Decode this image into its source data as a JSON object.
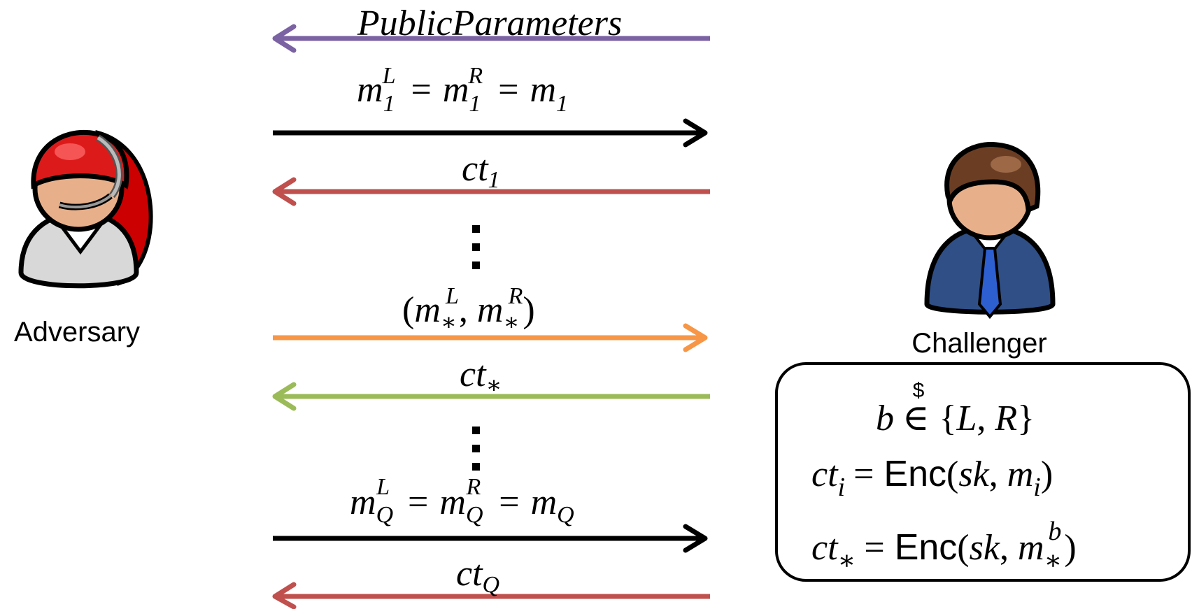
{
  "actors": {
    "adversary": {
      "name": "Adversary",
      "icon": "adversary-headset-person-icon"
    },
    "challenger": {
      "name": "Challenger",
      "icon": "challenger-person-icon"
    }
  },
  "messages": [
    {
      "id": "public-params",
      "direction": "left",
      "color": "#7b62a3",
      "label_parts": [
        [
          "PublicParameters",
          ""
        ]
      ]
    },
    {
      "id": "query-1",
      "direction": "right",
      "color": "#000000",
      "label": "m1L = m1R = m1"
    },
    {
      "id": "ct-1",
      "direction": "left",
      "color": "#c0504d",
      "label": "ct1"
    },
    {
      "id": "challenge",
      "direction": "right",
      "color": "#f79646",
      "label": "(m*L, m*R)"
    },
    {
      "id": "ct-star",
      "direction": "left",
      "color": "#9bbb59",
      "label": "ct*"
    },
    {
      "id": "query-q",
      "direction": "right",
      "color": "#000000",
      "label": "mQL = mQR = mQ"
    },
    {
      "id": "ct-q",
      "direction": "left",
      "color": "#c0504d",
      "label": "ctQ"
    }
  ],
  "labels": {
    "public_params": "PublicParameters",
    "m1_line": {
      "m": "m",
      "sub1": "1",
      "supL": "L",
      "supR": "R",
      "eq": "="
    },
    "ct1_sub": "1",
    "star": "∗",
    "q_sub": "Q",
    "ct": "ct"
  },
  "challenger_box": {
    "line1": {
      "b": "b",
      "dollar": "$",
      "in": "∈",
      "set": "{L, R}"
    },
    "line2": {
      "lhs": "ct",
      "sub": "i",
      "enc": "Enc",
      "args": "(sk, m",
      "args_sub": "i",
      "close": ")"
    },
    "line3": {
      "lhs": "ct",
      "sub": "∗",
      "enc": "Enc",
      "args": "(sk, m",
      "args_sup": "b",
      "args_sub": "∗",
      "close": ")"
    }
  }
}
